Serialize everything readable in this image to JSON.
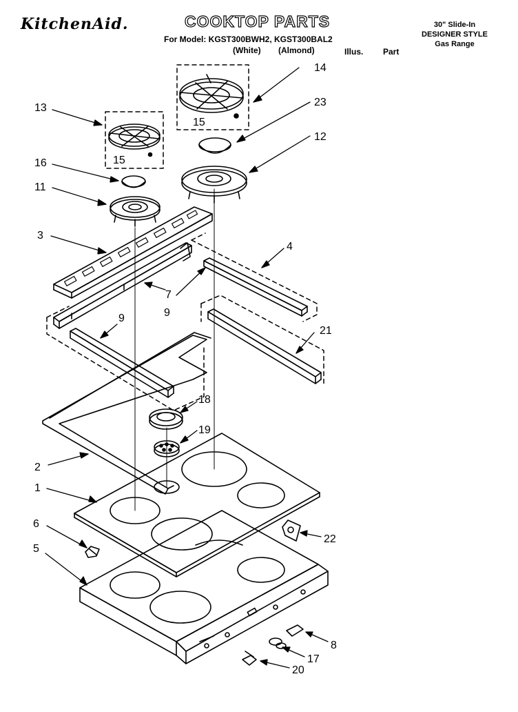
{
  "header": {
    "brand": "KitchenAid.",
    "title": "COOKTOP PARTS",
    "model_line": "For Model: KGST300BWH2, KGST300BAL2",
    "white_label": "(White)",
    "almond_label": "(Almond)",
    "illus_label": "Illus.",
    "part_label": "Part",
    "range_type": "30\" Slide-In",
    "style": "DESIGNER STYLE",
    "fuel": "Gas Range"
  },
  "callouts": {
    "c1": "1",
    "c2": "2",
    "c3": "3",
    "c4": "4",
    "c5": "5",
    "c6": "6",
    "c7": "7",
    "c8": "8",
    "c9a": "9",
    "c9b": "9",
    "c11": "11",
    "c12": "12",
    "c13": "13",
    "c14": "14",
    "c15a": "15",
    "c15b": "15",
    "c16": "16",
    "c17": "17",
    "c18": "18",
    "c19": "19",
    "c20": "20",
    "c21": "21",
    "c22": "22",
    "c23": "23"
  }
}
